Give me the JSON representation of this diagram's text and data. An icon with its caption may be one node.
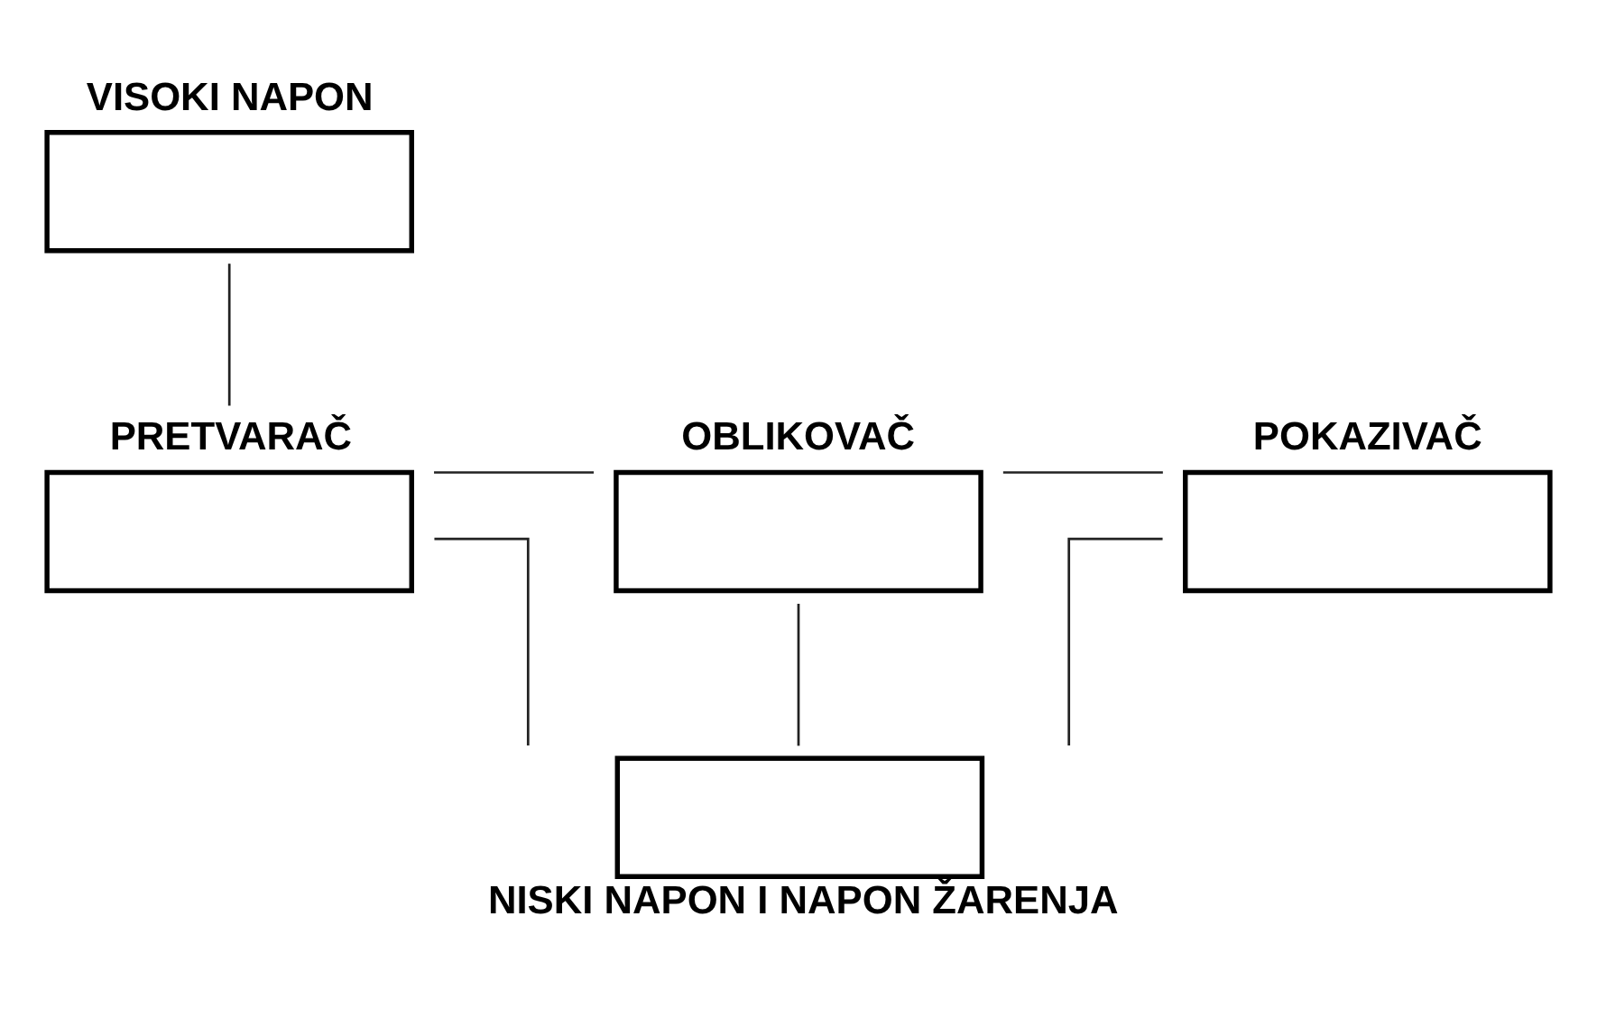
{
  "diagram": {
    "nodes": [
      {
        "text": [
          "VISOKI NAPON"
        ]
      },
      {
        "text": [
          "PRETVARAČ"
        ]
      },
      {
        "text": [
          "OBLIKOVAČ"
        ]
      },
      {
        "text": [
          "POKAZIVAČ"
        ]
      },
      {
        "text": [
          "NISKI NAPON I NAPON ŽARENJA"
        ]
      }
    ],
    "edges": [
      {
        "from": 0,
        "to": 1,
        "arrow": "none"
      },
      {
        "from": 1,
        "to": 2,
        "arrow": "none"
      },
      {
        "from": 2,
        "to": 3,
        "arrow": "none"
      },
      {
        "from": 1,
        "to": 4,
        "arrow": "none"
      },
      {
        "from": 2,
        "to": 4,
        "arrow": "none"
      },
      {
        "from": 3,
        "to": 4,
        "arrow": "none"
      }
    ]
  }
}
